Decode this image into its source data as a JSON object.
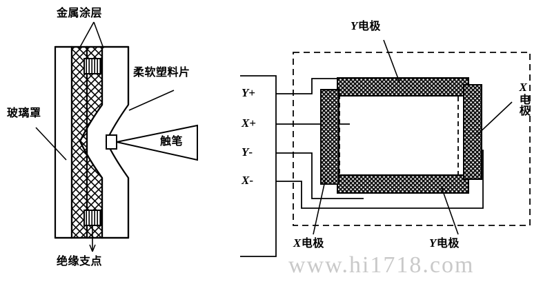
{
  "figure": {
    "type": "technical-diagram",
    "subject": "Resistive touch screen construction and electrode layout",
    "watermark": "www.hi1718.com"
  },
  "left_diagram": {
    "name": "touch-screen-cross-section",
    "labels": {
      "metal_coating": "金属涂层",
      "flexible_plastic_sheet": "柔软塑料片",
      "glass_cover": "玻璃罩",
      "stylus": "触笔",
      "insulating_fulcrum": "绝缘支点"
    }
  },
  "right_diagram": {
    "name": "electrode-layout",
    "terminals": [
      {
        "id": "y-plus",
        "axis": "Y",
        "sign": "+"
      },
      {
        "id": "x-plus",
        "axis": "X",
        "sign": "+"
      },
      {
        "id": "y-minus",
        "axis": "Y",
        "sign": "-"
      },
      {
        "id": "x-minus",
        "axis": "X",
        "sign": "-"
      }
    ],
    "labels": {
      "y_electrode_top": {
        "axis": "Y",
        "cjk": "电极"
      },
      "x_electrode_right": {
        "axis": "X",
        "cjk": "电极"
      },
      "x_electrode_bottom": {
        "axis": "X",
        "cjk": "电极"
      },
      "y_electrode_bottom": {
        "axis": "Y",
        "cjk": "电极"
      }
    }
  },
  "colors": {
    "ink": "#000000",
    "paper": "#ffffff",
    "electrode_fill": "#1a1a1a",
    "watermark": "#c9c9c9"
  }
}
